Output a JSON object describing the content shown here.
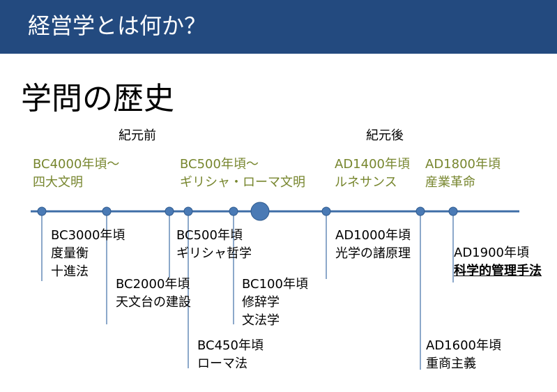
{
  "slide": {
    "title": "経営学とは何か？",
    "heading": "学問の歴史",
    "eras": {
      "bc": "紀元前",
      "ad": "紀元後"
    }
  },
  "colors": {
    "header_bg": "#234a7f",
    "timeline": "#3f6ea7",
    "dot": "#4a7ab5",
    "upper_text": "#77862e"
  },
  "events_above": [
    {
      "date": "BC4000年頃～",
      "desc": "四大文明"
    },
    {
      "date": "BC500年頃～",
      "desc": "ギリシャ・ローマ文明"
    },
    {
      "date": "AD1400年頃",
      "desc": "ルネサンス"
    },
    {
      "date": "AD1800年頃",
      "desc": "産業革命"
    }
  ],
  "events_below": [
    {
      "date": "BC3000年頃",
      "lines": [
        "度量衡",
        "十進法"
      ]
    },
    {
      "date": "BC2000年頃",
      "lines": [
        "天文台の建設"
      ]
    },
    {
      "date": "BC500年頃",
      "lines": [
        "ギリシャ哲学"
      ]
    },
    {
      "date": "BC450年頃",
      "lines": [
        "ローマ法"
      ]
    },
    {
      "date": "BC100年頃",
      "lines": [
        "修辞学",
        "文法学"
      ]
    },
    {
      "date": "AD1000年頃",
      "lines": [
        "光学の諸原理"
      ]
    },
    {
      "date": "AD1600年頃",
      "lines": [
        "重商主義"
      ]
    },
    {
      "date": "AD1900年頃",
      "lines": [
        "科学的管理手法"
      ]
    }
  ]
}
